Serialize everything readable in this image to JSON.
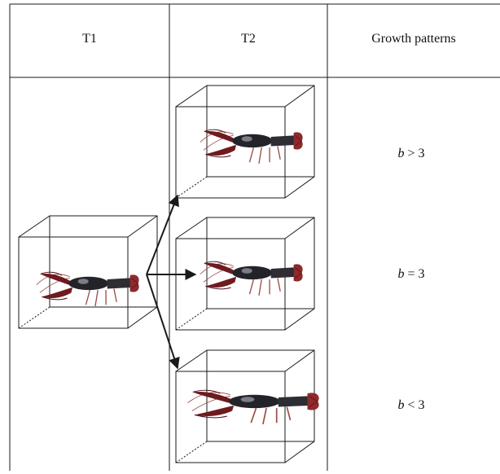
{
  "table": {
    "headers": {
      "t1": "T1",
      "t2": "T2",
      "growth": "Growth patterns"
    },
    "rows": [
      {
        "var": "b",
        "op": ">",
        "val": "3"
      },
      {
        "var": "b",
        "op": "=",
        "val": "3"
      },
      {
        "var": "b",
        "op": "<",
        "val": "3"
      }
    ]
  },
  "colors": {
    "line": "#1a1a1a",
    "crayfish_body": "#23232a",
    "crayfish_claw": "#6e1a1f",
    "crayfish_tail": "#8e2a2c",
    "crayfish_leg": "#9a4a46"
  },
  "icons": {
    "specimen": "crayfish-icon",
    "arrow": "arrow-icon"
  }
}
